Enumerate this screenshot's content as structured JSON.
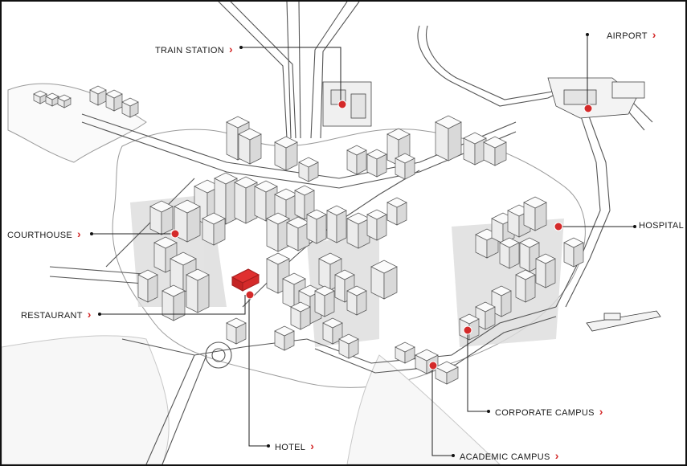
{
  "map": {
    "accent_color": "#d42a2a",
    "building_color": "#f2f2f2",
    "line_color": "#333333",
    "labels": {
      "train_station": "TRAIN STATION",
      "airport": "AIRPORT",
      "courthouse": "COURTHOUSE",
      "hospital": "HOSPITAL",
      "restaurant": "RESTAURANT",
      "corporate_campus": "CORPORATE CAMPUS",
      "hotel": "HOTEL",
      "academic_campus": "ACADEMIC CAMPUS"
    },
    "chevron_icon": "chevron-right-icon",
    "marker_icon": "red-dot-marker-icon"
  }
}
